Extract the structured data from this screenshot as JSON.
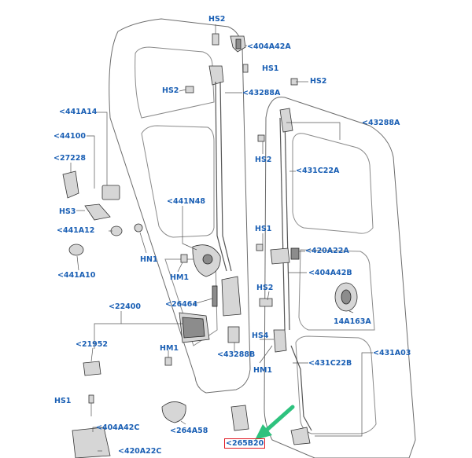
{
  "labels": {
    "hs2_top": "HS2",
    "l404a42a": "<404A42A",
    "hs1_top": "HS1",
    "hs2_left": "HS2",
    "l43288a_left": "<43288A",
    "hs2_right": "HS2",
    "l441a14": "<441A14",
    "l43288a_right": "<43288A",
    "l44100": "<44100",
    "hs2_mid": "HS2",
    "l27228": "<27228",
    "l431c22a": "<431C22A",
    "hs3": "HS3",
    "l441n48": "<441N48",
    "l441a12": "<441A12",
    "hs1_mid": "HS1",
    "l420a22a": "<420A22A",
    "hn1": "HN1",
    "l441a10": "<441A10",
    "hm1_left": "HM1",
    "l404a42b": "<404A42B",
    "l22400": "<22400",
    "l26464": "<26464",
    "hs2_lower": "HS2",
    "l14a163a": "14A163A",
    "l21952": "<21952",
    "hs4": "HS4",
    "l431a03": "<431A03",
    "hm1_mid": "HM1",
    "l43288b": "<43288B",
    "l431c22b": "<431C22B",
    "hm1_right": "HM1",
    "hs1_bottom": "HS1",
    "l264a58": "<264A58",
    "l404a42c": "<404A42C",
    "l265b20": "<265B20",
    "l420a22c": "<420A22C"
  },
  "colors": {
    "label": "#1a5fb4",
    "highlight_box": "#e01b24",
    "pointer_arrow": "#2ec27e",
    "line_art": "#333333"
  },
  "highlighted_part": "<265B20"
}
